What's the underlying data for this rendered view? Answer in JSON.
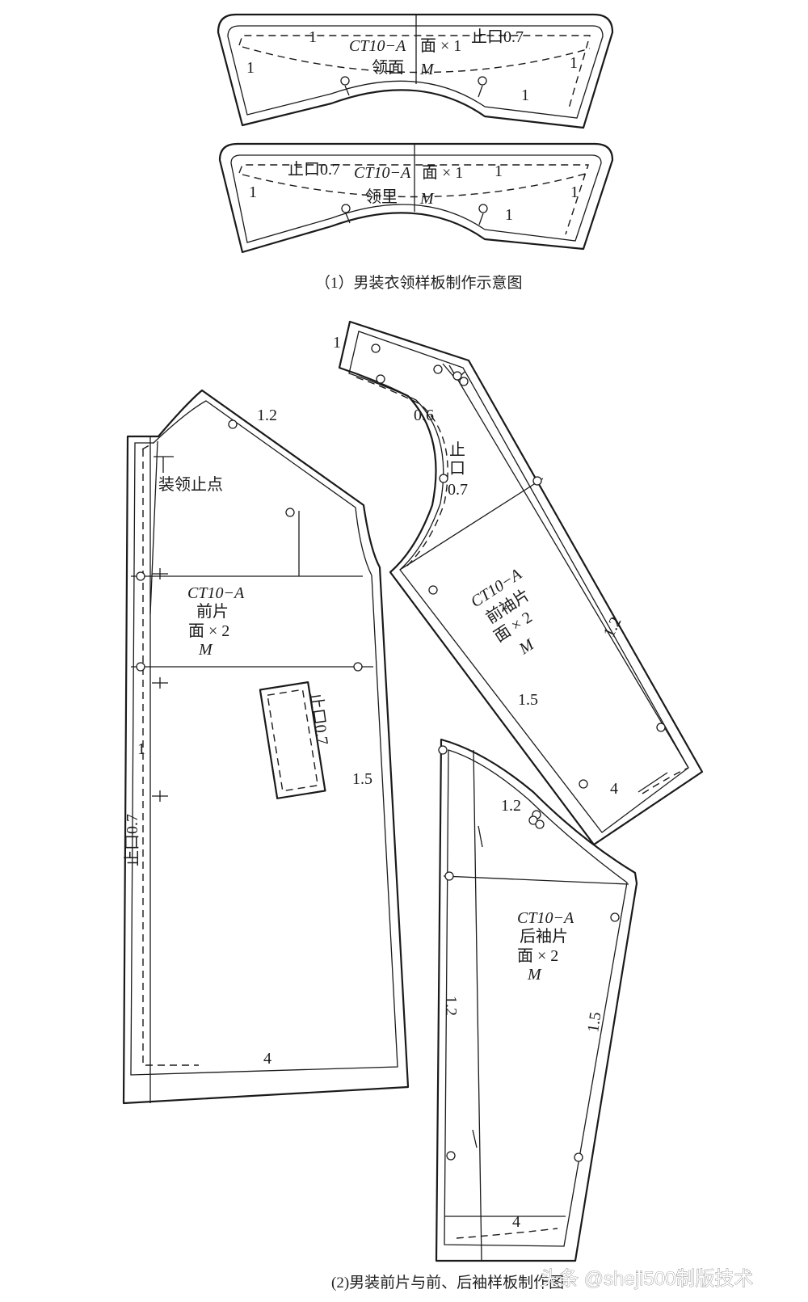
{
  "collar_face": {
    "code": "CT10−A",
    "qty": "面 × 1",
    "name": "领面",
    "size": "M",
    "stitch": "止口0.7",
    "allowances": [
      "1",
      "1",
      "1",
      "1"
    ]
  },
  "collar_under": {
    "code": "CT10−A",
    "qty": "面 × 1",
    "name": "领里",
    "size": "M",
    "stitch": "止口0.7",
    "allowances": [
      "1",
      "1",
      "1",
      "1"
    ]
  },
  "caption_1": "（1）男装衣领样板制作示意图",
  "front_panel": {
    "code": "CT10−A",
    "name": "前片",
    "qty": "面 × 2",
    "size": "M",
    "collar_point": "装领止点",
    "shoulder": "1.2",
    "center": "1",
    "side": "1.5",
    "hem": "4",
    "edge_stitch": "止口0.7",
    "pocket_stitch": "止口0.7"
  },
  "front_sleeve": {
    "code": "CT10−A",
    "name": "前袖片",
    "qty": "面 × 2",
    "size": "M",
    "top": "1",
    "curve": "0.6",
    "stitch_1": "止",
    "stitch_2": "口",
    "stitch_3": "0.7",
    "side": "1.2",
    "seam": "1.5",
    "hem": "4"
  },
  "back_sleeve": {
    "code": "CT10−A",
    "name": "后袖片",
    "qty": "面 × 2",
    "size": "M",
    "top": "1.2",
    "side_left": "1.2",
    "side_right": "1.5",
    "hem": "4"
  },
  "caption_2": "(2)男装前片与前、后袖样板制作图",
  "watermark": "头条 @sheji500制版技术"
}
